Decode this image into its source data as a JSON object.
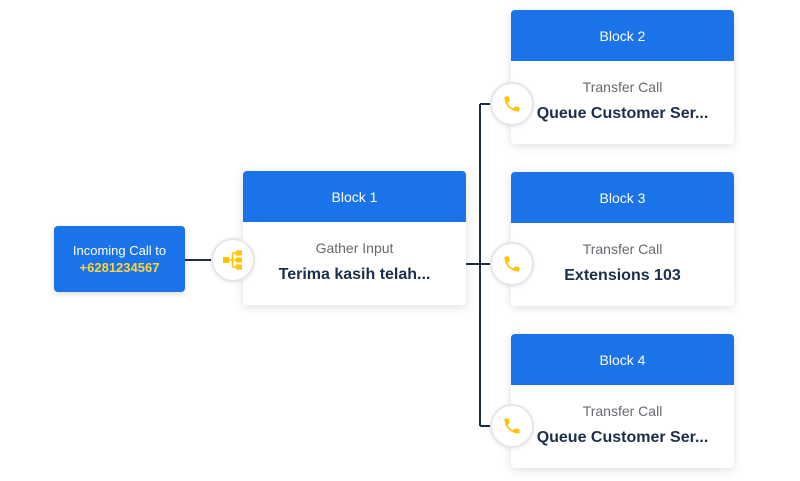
{
  "incoming": {
    "label": "Incoming Call to",
    "number": "+6281234567"
  },
  "blocks": [
    {
      "title": "Block 1",
      "type": "Gather Input",
      "value": "Terima kasih telah..."
    },
    {
      "title": "Block 2",
      "type": "Transfer Call",
      "value": "Queue Customer Ser..."
    },
    {
      "title": "Block 3",
      "type": "Transfer Call",
      "value": "Extensions 103"
    },
    {
      "title": "Block 4",
      "type": "Transfer Call",
      "value": "Queue Customer Ser..."
    }
  ],
  "icons": {
    "gather": "flow-tree-icon",
    "transfer": "phone-icon"
  },
  "colors": {
    "header_blue": "#1a73e8",
    "accent_yellow": "#ffc400",
    "connector": "#1b2e4b"
  }
}
